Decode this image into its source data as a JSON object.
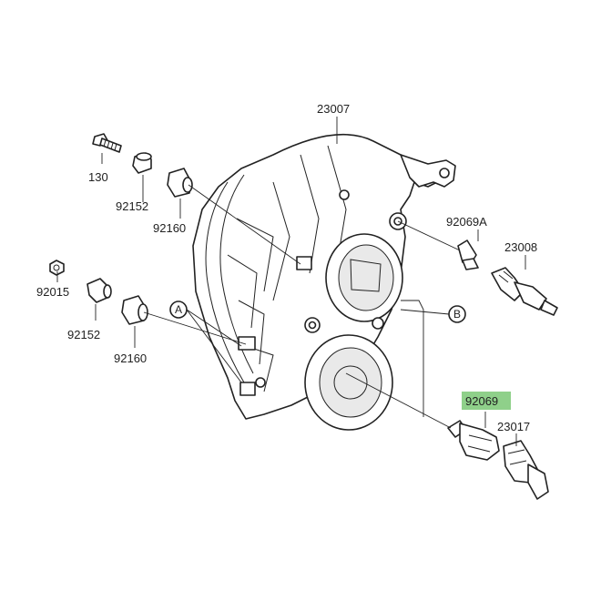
{
  "labels": {
    "p23007": "23007",
    "p130": "130",
    "p92152_top": "92152",
    "p92160_top": "92160",
    "p92069A": "92069A",
    "p23008": "23008",
    "p92015": "92015",
    "p92152_bot": "92152",
    "p92160_bot": "92160",
    "callout_a": "A",
    "callout_b": "B",
    "p92069": "92069",
    "p23017": "23017"
  },
  "highlight": {
    "part": "92069",
    "color": "#8fd08a"
  }
}
